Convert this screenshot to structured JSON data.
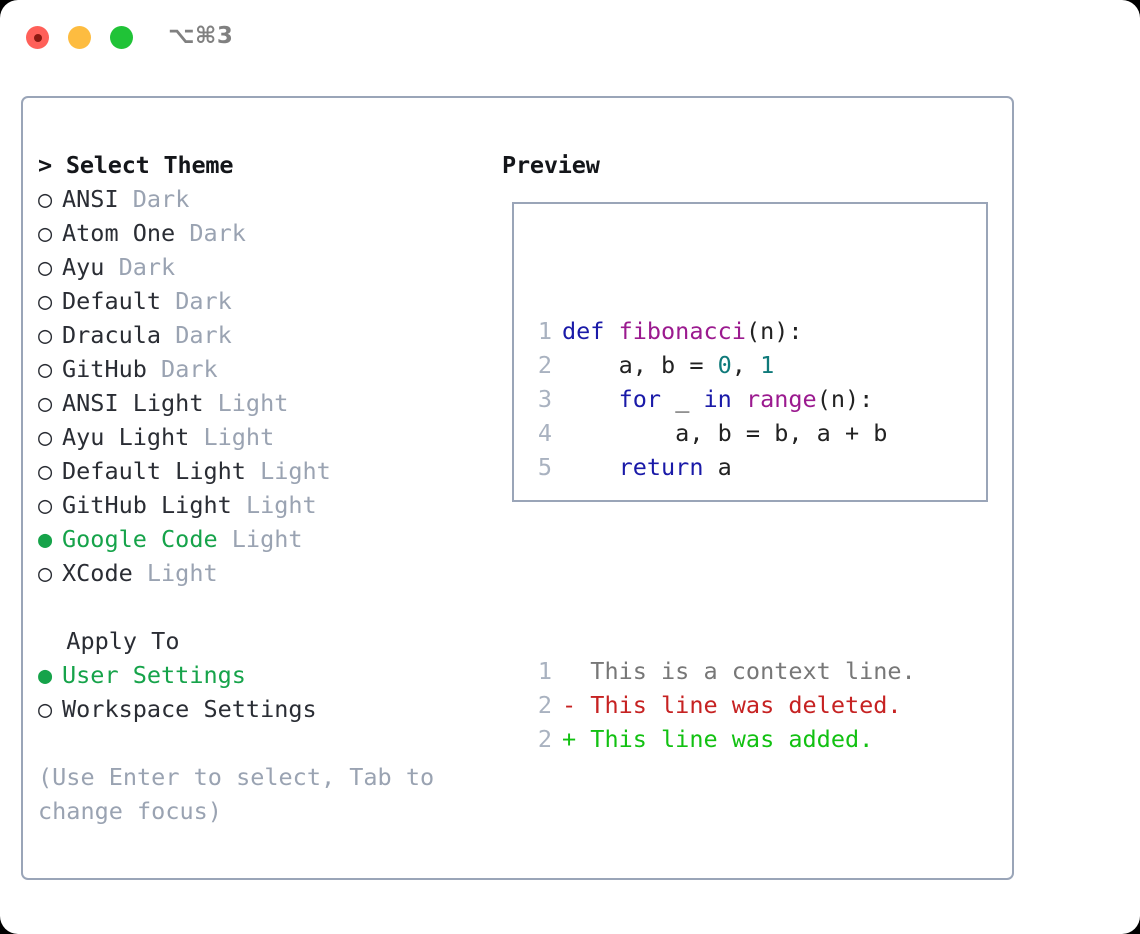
{
  "titlebar": {
    "shortcut": "⌥⌘3",
    "buttons": {
      "close": "close",
      "minimize": "minimize",
      "maximize": "maximize"
    }
  },
  "theme_picker": {
    "header_prompt": "> ",
    "header_label": "Select Theme",
    "markers": {
      "selected": "● ",
      "unselected": "○ "
    },
    "items": [
      {
        "name": "ANSI",
        "variant": "Dark",
        "selected": false
      },
      {
        "name": "Atom One",
        "variant": "Dark",
        "selected": false
      },
      {
        "name": "Ayu",
        "variant": "Dark",
        "selected": false
      },
      {
        "name": "Default",
        "variant": "Dark",
        "selected": false
      },
      {
        "name": "Dracula",
        "variant": "Dark",
        "selected": false
      },
      {
        "name": "GitHub",
        "variant": "Dark",
        "selected": false
      },
      {
        "name": "ANSI Light",
        "variant": "Light",
        "selected": false
      },
      {
        "name": "Ayu Light",
        "variant": "Light",
        "selected": false
      },
      {
        "name": "Default Light",
        "variant": "Light",
        "selected": false
      },
      {
        "name": "GitHub Light",
        "variant": "Light",
        "selected": false
      },
      {
        "name": "Google Code",
        "variant": "Light",
        "selected": true
      },
      {
        "name": "XCode",
        "variant": "Light",
        "selected": false
      }
    ]
  },
  "apply_to": {
    "label": "  Apply To",
    "options": [
      {
        "label": "User Settings",
        "selected": true
      },
      {
        "label": "Workspace Settings",
        "selected": false
      }
    ]
  },
  "hint": "(Use Enter to select, Tab to change focus)",
  "preview": {
    "title": "Preview",
    "code_lines": [
      {
        "number": "1",
        "tokens": [
          {
            "text": "def ",
            "style": "kw"
          },
          {
            "text": "fibonacci",
            "style": "fn"
          },
          {
            "text": "(n):",
            "style": "pl"
          }
        ]
      },
      {
        "number": "2",
        "tokens": [
          {
            "text": "    a, b = ",
            "style": "pl"
          },
          {
            "text": "0",
            "style": "num"
          },
          {
            "text": ", ",
            "style": "pl"
          },
          {
            "text": "1",
            "style": "num"
          }
        ]
      },
      {
        "number": "3",
        "tokens": [
          {
            "text": "    ",
            "style": "pl"
          },
          {
            "text": "for",
            "style": "kw"
          },
          {
            "text": " _ ",
            "style": "pl"
          },
          {
            "text": "in",
            "style": "kw"
          },
          {
            "text": " ",
            "style": "pl"
          },
          {
            "text": "range",
            "style": "fn"
          },
          {
            "text": "(n):",
            "style": "pl"
          }
        ]
      },
      {
        "number": "4",
        "tokens": [
          {
            "text": "        a, b = b, a + b",
            "style": "pl"
          }
        ]
      },
      {
        "number": "5",
        "tokens": [
          {
            "text": "    ",
            "style": "pl"
          },
          {
            "text": "return",
            "style": "kw"
          },
          {
            "text": " a",
            "style": "pl"
          }
        ]
      }
    ],
    "diff_lines": [
      {
        "number": "1",
        "sign": "  ",
        "text": "This is a context line.",
        "style": "ctx"
      },
      {
        "number": "2",
        "sign": "- ",
        "text": "This line was deleted.",
        "style": "del"
      },
      {
        "number": "2",
        "sign": "+ ",
        "text": "This line was added.",
        "style": "add"
      }
    ]
  },
  "colors": {
    "accent_green": "#16a34a",
    "border": "#9aa5b8",
    "muted_text": "#9aa3b2",
    "keyword": "#1a1aa8",
    "function": "#9b1a8f",
    "number": "#0f7a7a",
    "diff_add": "#12c112",
    "diff_del": "#c62222"
  }
}
